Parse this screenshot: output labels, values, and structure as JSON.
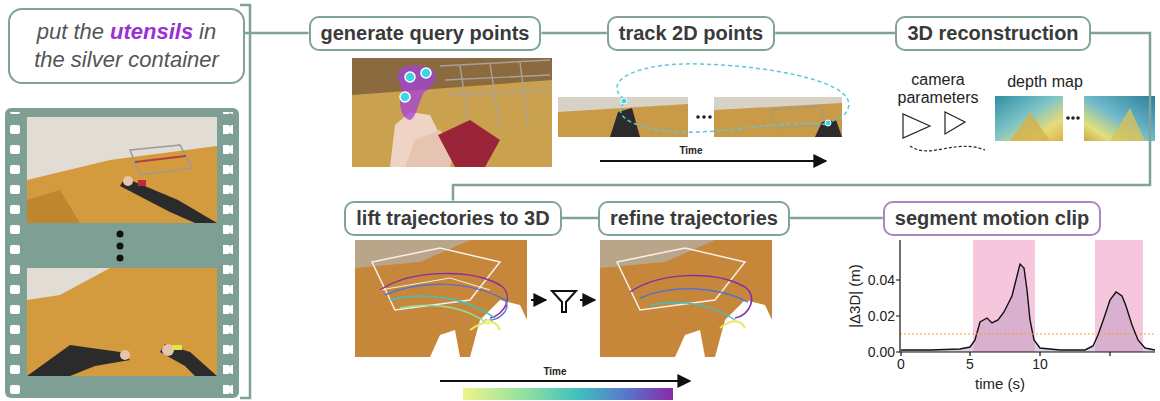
{
  "diagram": {
    "nodes": [
      {
        "text": [
          "put the",
          "utensils",
          "in the silver container"
        ]
      },
      {
        "text": [
          "generate query points"
        ]
      },
      {
        "text": [
          "track 2D points"
        ]
      },
      {
        "text": [
          "3D reconstruction"
        ]
      },
      {
        "text": [
          "lift trajectories to 3D"
        ]
      },
      {
        "text": [
          "refine trajectories"
        ]
      },
      {
        "text": [
          "segment motion clip"
        ]
      }
    ],
    "edges": [
      {
        "from": 0,
        "to": 1,
        "arrow": "none"
      },
      {
        "from": 1,
        "to": 2,
        "arrow": "none"
      },
      {
        "from": 2,
        "to": 3,
        "arrow": "none"
      },
      {
        "from": 3,
        "to": 4,
        "arrow": "none"
      },
      {
        "from": 4,
        "to": 5,
        "arrow": "none"
      },
      {
        "from": 5,
        "to": 6,
        "arrow": "none"
      }
    ],
    "labels": [
      "Time",
      "camera parameters",
      "depth map",
      "Time",
      "|Δ3D| (m)",
      "0.04",
      "0.02",
      "0.00",
      "0",
      "5",
      "10",
      "time (s)"
    ]
  }
}
